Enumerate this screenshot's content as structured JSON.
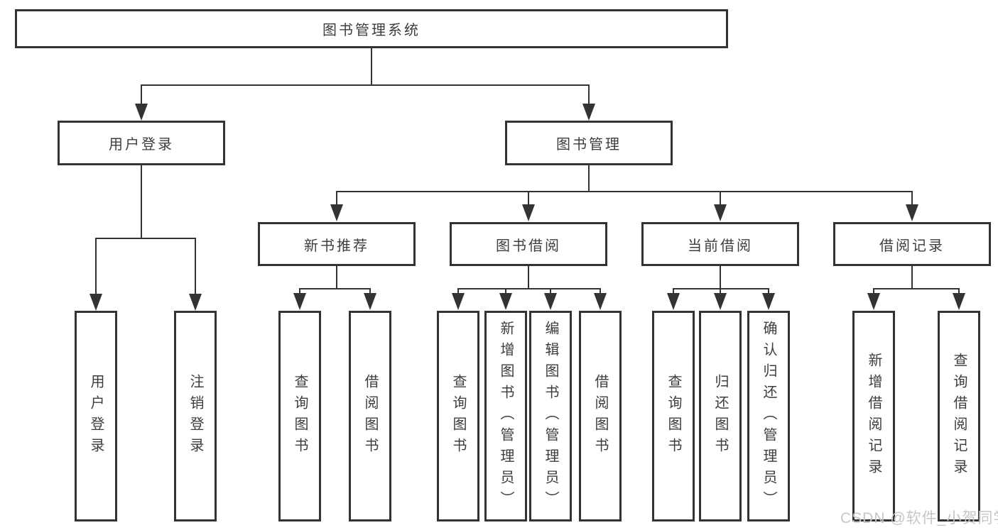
{
  "diagram": {
    "root": {
      "label": "图书管理系统"
    },
    "branches": [
      {
        "label": "用户登录",
        "children": [
          {
            "label": "用户登录"
          },
          {
            "label": "注销登录"
          }
        ]
      },
      {
        "label": "图书管理",
        "children": [
          {
            "label": "新书推荐",
            "children": [
              {
                "label": "查询图书"
              },
              {
                "label": "借阅图书"
              }
            ]
          },
          {
            "label": "图书借阅",
            "children": [
              {
                "label": "查询图书"
              },
              {
                "label": "新增图书（管理员）"
              },
              {
                "label": "编辑图书（管理员）"
              },
              {
                "label": "借阅图书"
              }
            ]
          },
          {
            "label": "当前借阅",
            "children": [
              {
                "label": "查询图书"
              },
              {
                "label": "归还图书"
              },
              {
                "label": "确认归还（管理员）"
              }
            ]
          },
          {
            "label": "借阅记录",
            "children": [
              {
                "label": "新增借阅记录"
              },
              {
                "label": "查询借阅记录"
              }
            ]
          }
        ]
      }
    ]
  },
  "watermark": {
    "text": "CSDN @软件_小贺同学"
  },
  "colors": {
    "line": "#333333",
    "box_border": "#333333",
    "text": "#3d3d3d",
    "watermark": "#c6c6c6",
    "background": "#ffffff"
  }
}
